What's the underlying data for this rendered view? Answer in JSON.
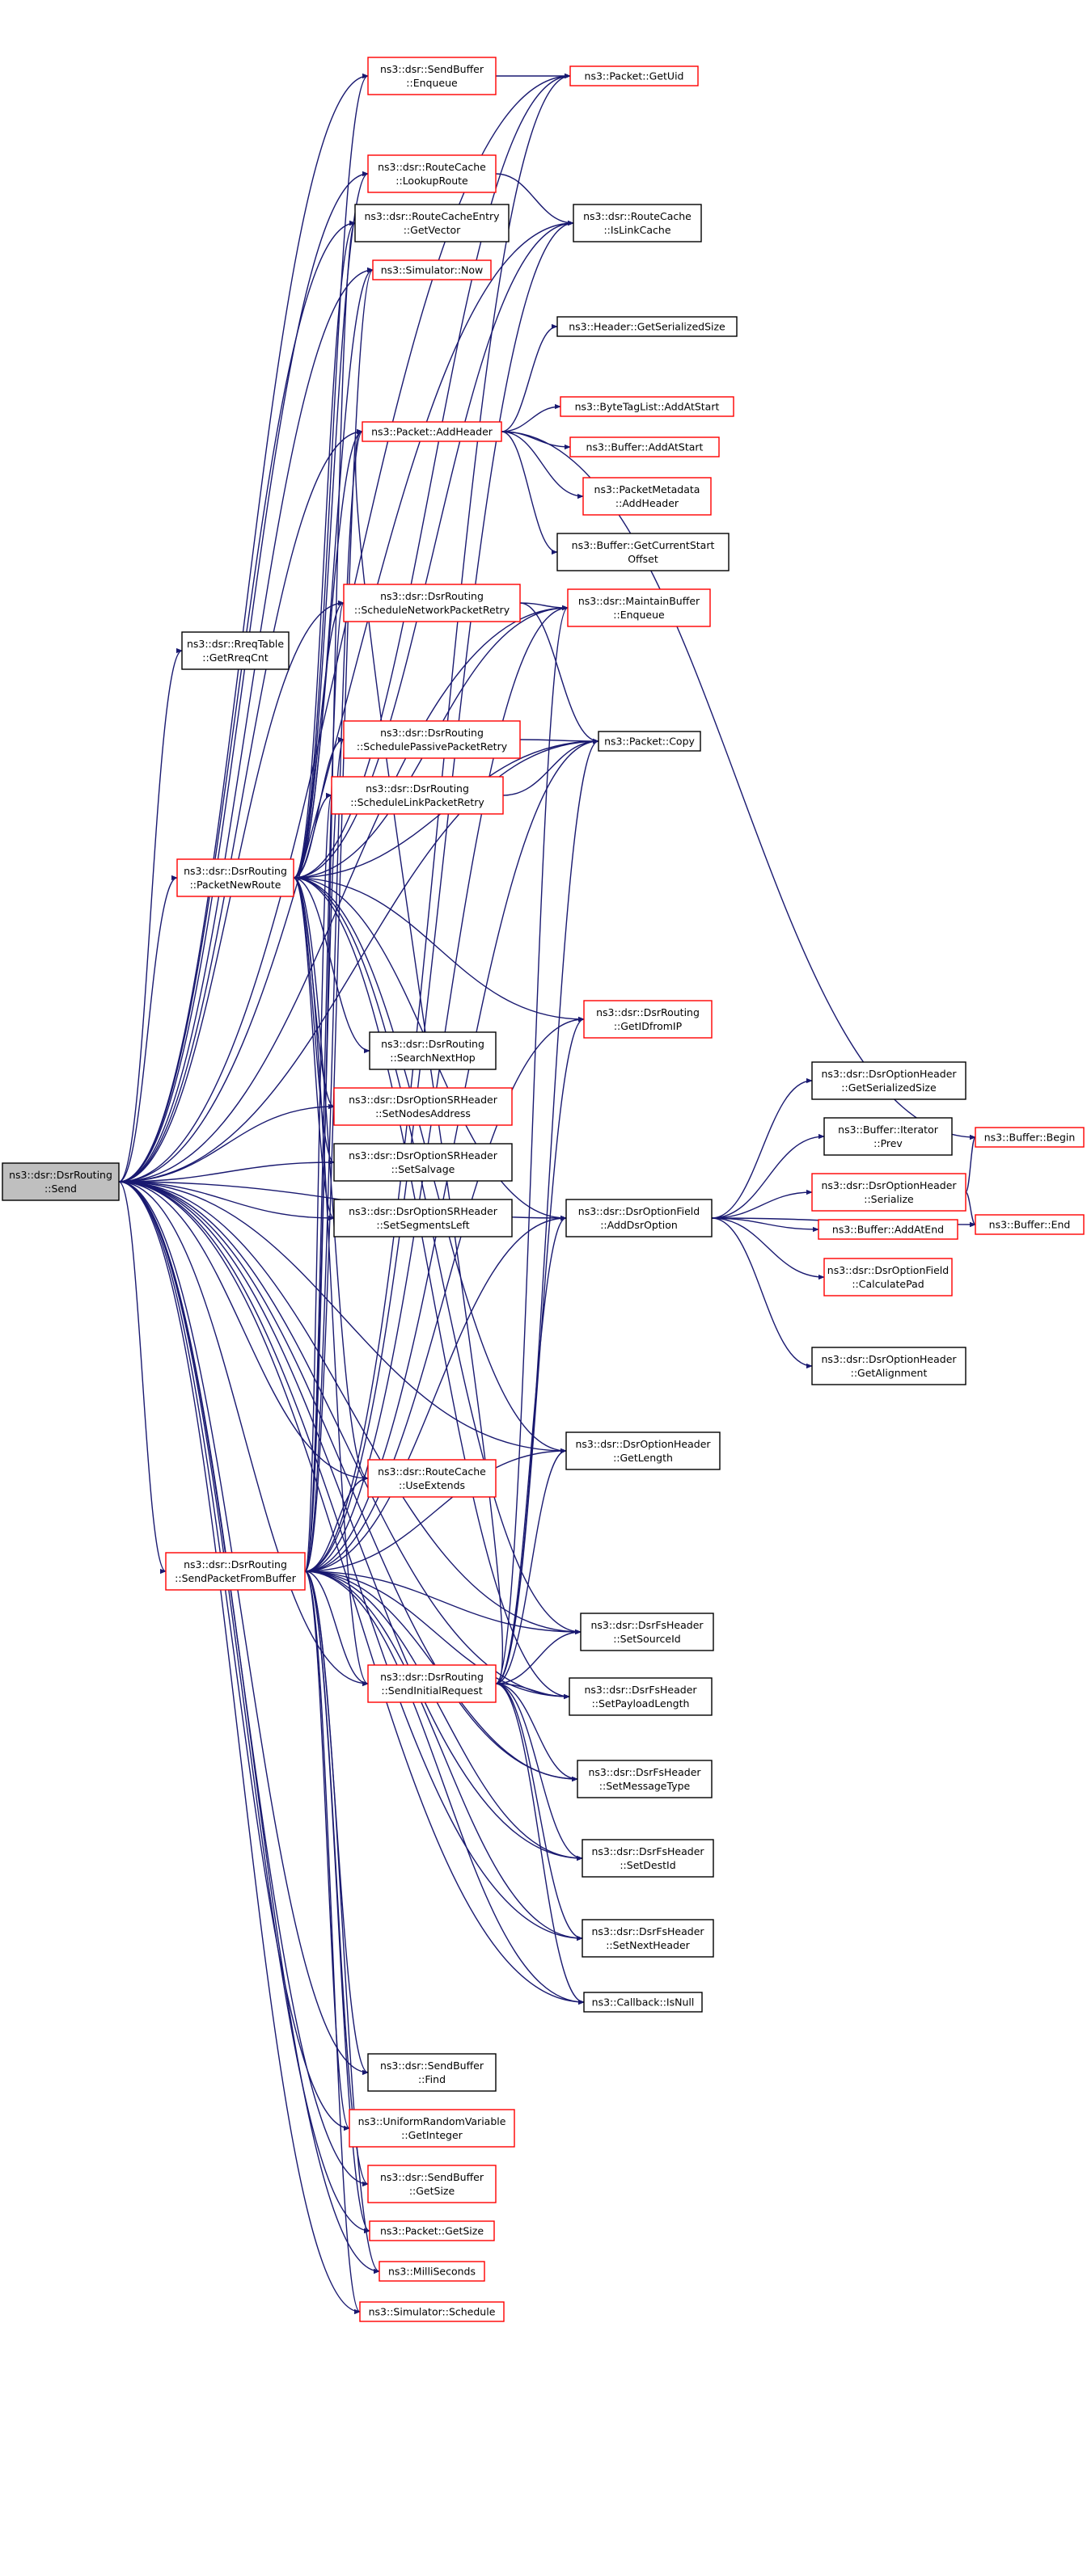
{
  "graph": {
    "colors": {
      "edge": "#191970",
      "root_fill": "#bfbfbf",
      "plain_border": "#000000",
      "truncated_border": "#ff0000",
      "node_fill": "#ffffff"
    },
    "nodes": [
      {
        "id": "send",
        "lines": [
          "ns3::dsr::DsrRouting",
          "::Send"
        ],
        "style": "root"
      },
      {
        "id": "packetNewRoute",
        "lines": [
          "ns3::dsr::DsrRouting",
          "::PacketNewRoute"
        ],
        "style": "red"
      },
      {
        "id": "sendPacketFromBuffer",
        "lines": [
          "ns3::dsr::DsrRouting",
          "::SendPacketFromBuffer"
        ],
        "style": "red"
      },
      {
        "id": "rreqGetCnt",
        "lines": [
          "ns3::dsr::RreqTable",
          "::GetRreqCnt"
        ],
        "style": "plain"
      },
      {
        "id": "sbEnqueue",
        "lines": [
          "ns3::dsr::SendBuffer",
          "::Enqueue"
        ],
        "style": "red"
      },
      {
        "id": "rcLookupRoute",
        "lines": [
          "ns3::dsr::RouteCache",
          "::LookupRoute"
        ],
        "style": "red"
      },
      {
        "id": "rceGetVector",
        "lines": [
          "ns3::dsr::RouteCacheEntry",
          "::GetVector"
        ],
        "style": "plain"
      },
      {
        "id": "simNow",
        "lines": [
          "ns3::Simulator::Now"
        ],
        "style": "red"
      },
      {
        "id": "pktAddHeader",
        "lines": [
          "ns3::Packet::AddHeader"
        ],
        "style": "red"
      },
      {
        "id": "schedNetRetry",
        "lines": [
          "ns3::dsr::DsrRouting",
          "::ScheduleNetworkPacketRetry"
        ],
        "style": "red"
      },
      {
        "id": "schedPassRetry",
        "lines": [
          "ns3::dsr::DsrRouting",
          "::SchedulePassivePacketRetry"
        ],
        "style": "red"
      },
      {
        "id": "schedLinkRetry",
        "lines": [
          "ns3::dsr::DsrRouting",
          "::ScheduleLinkPacketRetry"
        ],
        "style": "red"
      },
      {
        "id": "searchNextHop",
        "lines": [
          "ns3::dsr::DsrRouting",
          "::SearchNextHop"
        ],
        "style": "plain"
      },
      {
        "id": "srSetNodes",
        "lines": [
          "ns3::dsr::DsrOptionSRHeader",
          "::SetNodesAddress"
        ],
        "style": "red"
      },
      {
        "id": "srSetSalvage",
        "lines": [
          "ns3::dsr::DsrOptionSRHeader",
          "::SetSalvage"
        ],
        "style": "plain"
      },
      {
        "id": "srSetSegLeft",
        "lines": [
          "ns3::dsr::DsrOptionSRHeader",
          "::SetSegmentsLeft"
        ],
        "style": "plain"
      },
      {
        "id": "rcUseExtends",
        "lines": [
          "ns3::dsr::RouteCache",
          "::UseExtends"
        ],
        "style": "red"
      },
      {
        "id": "sendInitReq",
        "lines": [
          "ns3::dsr::DsrRouting",
          "::SendInitialRequest"
        ],
        "style": "red"
      },
      {
        "id": "sbFind",
        "lines": [
          "ns3::dsr::SendBuffer",
          "::Find"
        ],
        "style": "plain"
      },
      {
        "id": "urvGetInt",
        "lines": [
          "ns3::UniformRandomVariable",
          "::GetInteger"
        ],
        "style": "red"
      },
      {
        "id": "sbGetSize",
        "lines": [
          "ns3::dsr::SendBuffer",
          "::GetSize"
        ],
        "style": "red"
      },
      {
        "id": "pktGetSize",
        "lines": [
          "ns3::Packet::GetSize"
        ],
        "style": "red"
      },
      {
        "id": "milliSec",
        "lines": [
          "ns3::MilliSeconds"
        ],
        "style": "red"
      },
      {
        "id": "simSchedule",
        "lines": [
          "ns3::Simulator::Schedule"
        ],
        "style": "red"
      },
      {
        "id": "pktGetUid",
        "lines": [
          "ns3::Packet::GetUid"
        ],
        "style": "red"
      },
      {
        "id": "rcIsLinkCache",
        "lines": [
          "ns3::dsr::RouteCache",
          "::IsLinkCache"
        ],
        "style": "plain"
      },
      {
        "id": "hdrGetSerSize",
        "lines": [
          "ns3::Header::GetSerializedSize"
        ],
        "style": "plain"
      },
      {
        "id": "btlAddAtStart",
        "lines": [
          "ns3::ByteTagList::AddAtStart"
        ],
        "style": "red"
      },
      {
        "id": "bufAddAtStart",
        "lines": [
          "ns3::Buffer::AddAtStart"
        ],
        "style": "red"
      },
      {
        "id": "pmAddHeader",
        "lines": [
          "ns3::PacketMetadata",
          "::AddHeader"
        ],
        "style": "red"
      },
      {
        "id": "bufGetCurStart",
        "lines": [
          "ns3::Buffer::GetCurrentStart",
          "Offset"
        ],
        "style": "plain"
      },
      {
        "id": "mbEnqueue",
        "lines": [
          "ns3::dsr::MaintainBuffer",
          "::Enqueue"
        ],
        "style": "red"
      },
      {
        "id": "pktCopy",
        "lines": [
          "ns3::Packet::Copy"
        ],
        "style": "plain"
      },
      {
        "id": "getIDfromIP",
        "lines": [
          "ns3::dsr::DsrRouting",
          "::GetIDfromIP"
        ],
        "style": "red"
      },
      {
        "id": "addDsrOption",
        "lines": [
          "ns3::dsr::DsrOptionField",
          "::AddDsrOption"
        ],
        "style": "plain"
      },
      {
        "id": "ohGetLength",
        "lines": [
          "ns3::dsr::DsrOptionHeader",
          "::GetLength"
        ],
        "style": "plain"
      },
      {
        "id": "fsSetSourceId",
        "lines": [
          "ns3::dsr::DsrFsHeader",
          "::SetSourceId"
        ],
        "style": "plain"
      },
      {
        "id": "fsSetPayload",
        "lines": [
          "ns3::dsr::DsrFsHeader",
          "::SetPayloadLength"
        ],
        "style": "plain"
      },
      {
        "id": "fsSetMsgType",
        "lines": [
          "ns3::dsr::DsrFsHeader",
          "::SetMessageType"
        ],
        "style": "plain"
      },
      {
        "id": "fsSetDestId",
        "lines": [
          "ns3::dsr::DsrFsHeader",
          "::SetDestId"
        ],
        "style": "plain"
      },
      {
        "id": "fsSetNextHdr",
        "lines": [
          "ns3::dsr::DsrFsHeader",
          "::SetNextHeader"
        ],
        "style": "plain"
      },
      {
        "id": "cbIsNull",
        "lines": [
          "ns3::Callback::IsNull"
        ],
        "style": "plain"
      },
      {
        "id": "ohGetSerSize",
        "lines": [
          "ns3::dsr::DsrOptionHeader",
          "::GetSerializedSize"
        ],
        "style": "plain"
      },
      {
        "id": "bufIterPrev",
        "lines": [
          "ns3::Buffer::Iterator",
          "::Prev"
        ],
        "style": "plain"
      },
      {
        "id": "ohSerialize",
        "lines": [
          "ns3::dsr::DsrOptionHeader",
          "::Serialize"
        ],
        "style": "red"
      },
      {
        "id": "bufAddAtEnd",
        "lines": [
          "ns3::Buffer::AddAtEnd"
        ],
        "style": "red"
      },
      {
        "id": "ofCalcPad",
        "lines": [
          "ns3::dsr::DsrOptionField",
          "::CalculatePad"
        ],
        "style": "red"
      },
      {
        "id": "ohGetAlign",
        "lines": [
          "ns3::dsr::DsrOptionHeader",
          "::GetAlignment"
        ],
        "style": "plain"
      },
      {
        "id": "bufBegin",
        "lines": [
          "ns3::Buffer::Begin"
        ],
        "style": "red"
      },
      {
        "id": "bufEnd",
        "lines": [
          "ns3::Buffer::End"
        ],
        "style": "red"
      }
    ],
    "edges": [
      [
        "send",
        "packetNewRoute"
      ],
      [
        "send",
        "sendPacketFromBuffer"
      ],
      [
        "send",
        "rreqGetCnt"
      ],
      [
        "send",
        "sbEnqueue"
      ],
      [
        "send",
        "pktGetUid"
      ],
      [
        "send",
        "rcLookupRoute"
      ],
      [
        "send",
        "rceGetVector"
      ],
      [
        "send",
        "simNow"
      ],
      [
        "send",
        "rcIsLinkCache"
      ],
      [
        "send",
        "pktAddHeader"
      ],
      [
        "send",
        "schedNetRetry"
      ],
      [
        "send",
        "mbEnqueue"
      ],
      [
        "send",
        "pktCopy"
      ],
      [
        "send",
        "srSetNodes"
      ],
      [
        "send",
        "srSetSalvage"
      ],
      [
        "send",
        "srSetSegLeft"
      ],
      [
        "send",
        "addDsrOption"
      ],
      [
        "send",
        "ohGetLength"
      ],
      [
        "send",
        "rcUseExtends"
      ],
      [
        "send",
        "fsSetSourceId"
      ],
      [
        "send",
        "sendInitReq"
      ],
      [
        "send",
        "fsSetPayload"
      ],
      [
        "send",
        "fsSetMsgType"
      ],
      [
        "send",
        "fsSetDestId"
      ],
      [
        "send",
        "fsSetNextHdr"
      ],
      [
        "send",
        "cbIsNull"
      ],
      [
        "send",
        "sbFind"
      ],
      [
        "send",
        "urvGetInt"
      ],
      [
        "send",
        "sbGetSize"
      ],
      [
        "send",
        "pktGetSize"
      ],
      [
        "send",
        "milliSec"
      ],
      [
        "send",
        "simSchedule"
      ],
      [
        "packetNewRoute",
        "sbEnqueue"
      ],
      [
        "packetNewRoute",
        "pktGetUid"
      ],
      [
        "packetNewRoute",
        "rcLookupRoute"
      ],
      [
        "packetNewRoute",
        "rceGetVector"
      ],
      [
        "packetNewRoute",
        "simNow"
      ],
      [
        "packetNewRoute",
        "rcIsLinkCache"
      ],
      [
        "packetNewRoute",
        "pktAddHeader"
      ],
      [
        "packetNewRoute",
        "schedNetRetry"
      ],
      [
        "packetNewRoute",
        "mbEnqueue"
      ],
      [
        "packetNewRoute",
        "pktCopy"
      ],
      [
        "packetNewRoute",
        "schedPassRetry"
      ],
      [
        "packetNewRoute",
        "schedLinkRetry"
      ],
      [
        "packetNewRoute",
        "getIDfromIP"
      ],
      [
        "packetNewRoute",
        "searchNextHop"
      ],
      [
        "packetNewRoute",
        "srSetNodes"
      ],
      [
        "packetNewRoute",
        "srSetSalvage"
      ],
      [
        "packetNewRoute",
        "srSetSegLeft"
      ],
      [
        "packetNewRoute",
        "addDsrOption"
      ],
      [
        "packetNewRoute",
        "ohGetLength"
      ],
      [
        "packetNewRoute",
        "rcUseExtends"
      ],
      [
        "packetNewRoute",
        "fsSetSourceId"
      ],
      [
        "packetNewRoute",
        "sendInitReq"
      ],
      [
        "packetNewRoute",
        "fsSetPayload"
      ],
      [
        "sendPacketFromBuffer",
        "pktGetUid"
      ],
      [
        "sendPacketFromBuffer",
        "rceGetVector"
      ],
      [
        "sendPacketFromBuffer",
        "simNow"
      ],
      [
        "sendPacketFromBuffer",
        "rcIsLinkCache"
      ],
      [
        "sendPacketFromBuffer",
        "pktAddHeader"
      ],
      [
        "sendPacketFromBuffer",
        "schedNetRetry"
      ],
      [
        "sendPacketFromBuffer",
        "mbEnqueue"
      ],
      [
        "sendPacketFromBuffer",
        "pktCopy"
      ],
      [
        "sendPacketFromBuffer",
        "schedPassRetry"
      ],
      [
        "sendPacketFromBuffer",
        "schedLinkRetry"
      ],
      [
        "sendPacketFromBuffer",
        "getIDfromIP"
      ],
      [
        "sendPacketFromBuffer",
        "addDsrOption"
      ],
      [
        "sendPacketFromBuffer",
        "ohGetLength"
      ],
      [
        "sendPacketFromBuffer",
        "rcUseExtends"
      ],
      [
        "sendPacketFromBuffer",
        "fsSetSourceId"
      ],
      [
        "sendPacketFromBuffer",
        "sendInitReq"
      ],
      [
        "sendPacketFromBuffer",
        "fsSetPayload"
      ],
      [
        "sendPacketFromBuffer",
        "fsSetMsgType"
      ],
      [
        "sendPacketFromBuffer",
        "fsSetDestId"
      ],
      [
        "sendPacketFromBuffer",
        "fsSetNextHdr"
      ],
      [
        "sendPacketFromBuffer",
        "cbIsNull"
      ],
      [
        "sendPacketFromBuffer",
        "sbFind"
      ],
      [
        "sendPacketFromBuffer",
        "urvGetInt"
      ],
      [
        "sendPacketFromBuffer",
        "sbGetSize"
      ],
      [
        "sendPacketFromBuffer",
        "pktGetSize"
      ],
      [
        "sendPacketFromBuffer",
        "milliSec"
      ],
      [
        "sendPacketFromBuffer",
        "simSchedule"
      ],
      [
        "sbEnqueue",
        "pktGetUid"
      ],
      [
        "rcLookupRoute",
        "rcIsLinkCache"
      ],
      [
        "pktAddHeader",
        "hdrGetSerSize"
      ],
      [
        "pktAddHeader",
        "btlAddAtStart"
      ],
      [
        "pktAddHeader",
        "bufAddAtStart"
      ],
      [
        "pktAddHeader",
        "pmAddHeader"
      ],
      [
        "pktAddHeader",
        "bufGetCurStart"
      ],
      [
        "pktAddHeader",
        "bufBegin"
      ],
      [
        "schedNetRetry",
        "mbEnqueue"
      ],
      [
        "schedNetRetry",
        "pktCopy"
      ],
      [
        "schedPassRetry",
        "pktCopy"
      ],
      [
        "schedLinkRetry",
        "pktCopy"
      ],
      [
        "sendInitReq",
        "pktAddHeader"
      ],
      [
        "sendInitReq",
        "mbEnqueue"
      ],
      [
        "sendInitReq",
        "pktCopy"
      ],
      [
        "sendInitReq",
        "getIDfromIP"
      ],
      [
        "sendInitReq",
        "addDsrOption"
      ],
      [
        "sendInitReq",
        "ohGetLength"
      ],
      [
        "sendInitReq",
        "fsSetSourceId"
      ],
      [
        "sendInitReq",
        "fsSetPayload"
      ],
      [
        "sendInitReq",
        "fsSetMsgType"
      ],
      [
        "sendInitReq",
        "fsSetDestId"
      ],
      [
        "sendInitReq",
        "fsSetNextHdr"
      ],
      [
        "sendInitReq",
        "cbIsNull"
      ],
      [
        "addDsrOption",
        "ohGetSerSize"
      ],
      [
        "addDsrOption",
        "bufIterPrev"
      ],
      [
        "addDsrOption",
        "ohSerialize"
      ],
      [
        "addDsrOption",
        "bufAddAtEnd"
      ],
      [
        "addDsrOption",
        "ofCalcPad"
      ],
      [
        "addDsrOption",
        "ohGetAlign"
      ],
      [
        "addDsrOption",
        "bufEnd"
      ],
      [
        "ohSerialize",
        "bufBegin"
      ],
      [
        "ohSerialize",
        "bufEnd"
      ]
    ]
  }
}
